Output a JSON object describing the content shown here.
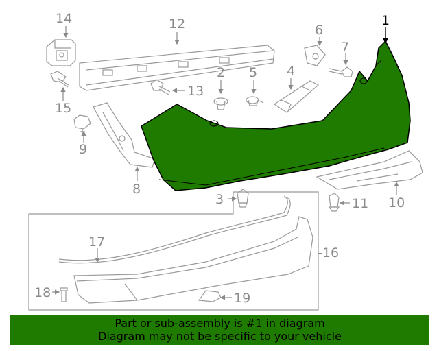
{
  "callouts": {
    "c1": "1",
    "c2": "2",
    "c3": "3",
    "c4": "4",
    "c5": "5",
    "c6": "6",
    "c7": "7",
    "c8": "8",
    "c9": "9",
    "c10": "10",
    "c11": "11",
    "c12": "12",
    "c13": "13",
    "c14": "14",
    "c15": "15",
    "c16": "-16",
    "c17": "17",
    "c18": "18",
    "c19": "19"
  },
  "banner": {
    "line1": "Part or sub-assembly is #1 in diagram",
    "line2": "Diagram may not be specific to your vehicle"
  },
  "colors": {
    "highlight": "#1f7a00",
    "part_line": "#9a9a9a",
    "banner_bg": "#1f7a00"
  }
}
